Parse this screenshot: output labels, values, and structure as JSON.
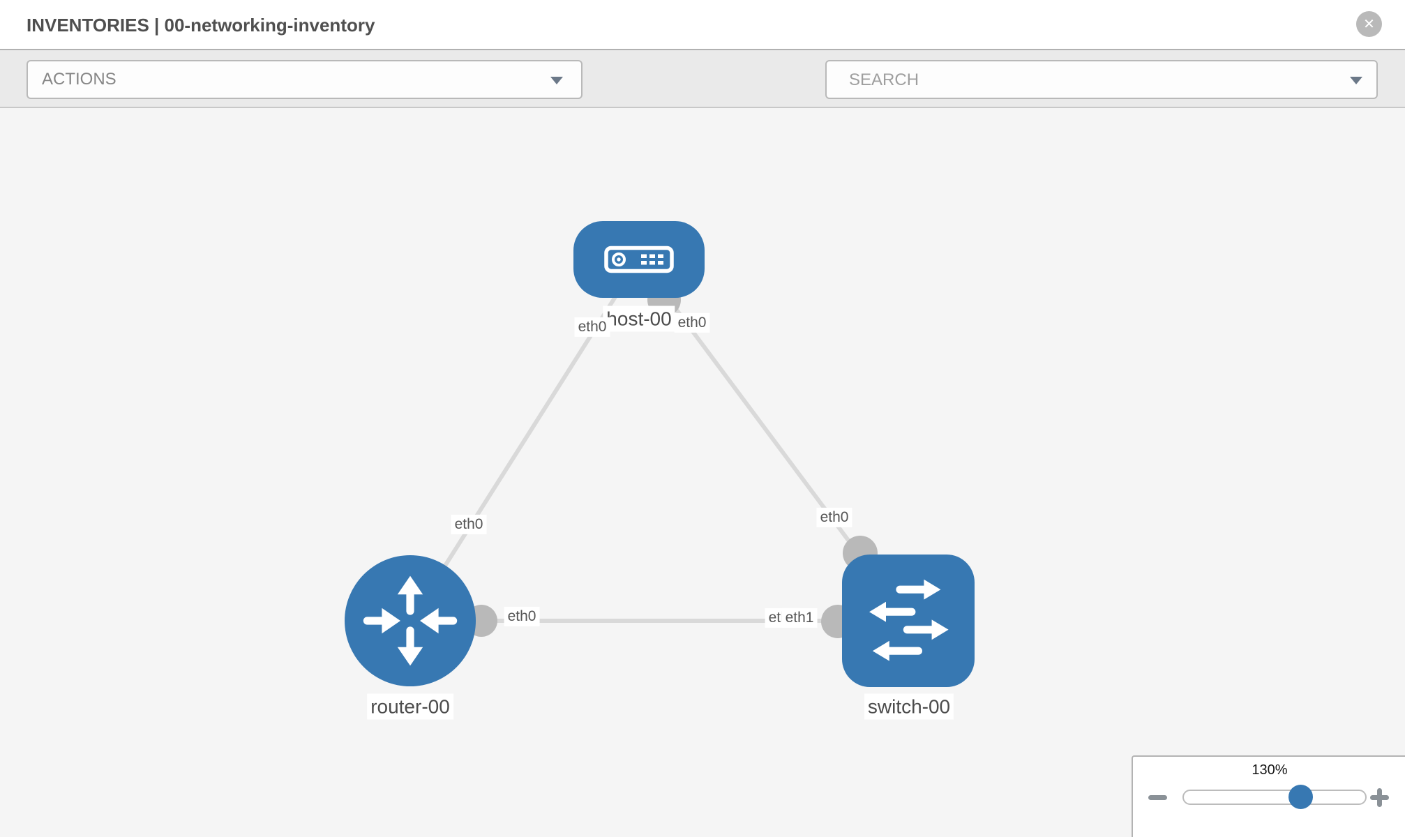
{
  "header": {
    "title": "INVENTORIES | 00-networking-inventory"
  },
  "icons": {
    "close": "✕",
    "actions_caret": "▼",
    "search_caret": "▼",
    "wrench": "wrench",
    "key": "key",
    "zoom_out": "−",
    "zoom_in": "+"
  },
  "toolbar": {
    "actions_label": "ACTIONS",
    "search_placeholder": "SEARCH"
  },
  "topology": {
    "nodes": [
      {
        "id": "host-00",
        "type": "host",
        "label": "host-00",
        "icon": "server-icon"
      },
      {
        "id": "router-00",
        "type": "router",
        "label": "router-00",
        "icon": "router-arrows-icon"
      },
      {
        "id": "switch-00",
        "type": "switch",
        "label": "switch-00",
        "icon": "switch-arrows-icon"
      }
    ],
    "links": [
      {
        "source": "host-00",
        "source_interface": "eth0",
        "target": "router-00",
        "target_interface": "eth0"
      },
      {
        "source": "host-00",
        "source_interface": "eth0",
        "target": "switch-00",
        "target_interface": "eth0"
      },
      {
        "source": "router-00",
        "source_interface": "eth0",
        "target": "switch-00",
        "target_interface": "eth1",
        "overlapped_label": "eth0"
      }
    ]
  },
  "zoom_control": {
    "value": "130%"
  },
  "colors": {
    "node_blue": "#3778b2",
    "link_gray": "#d9d9d9",
    "interface_gray": "#b9b9b9",
    "canvas_bg": "#f5f5f5",
    "toolbar_bg": "#eaeaea"
  }
}
